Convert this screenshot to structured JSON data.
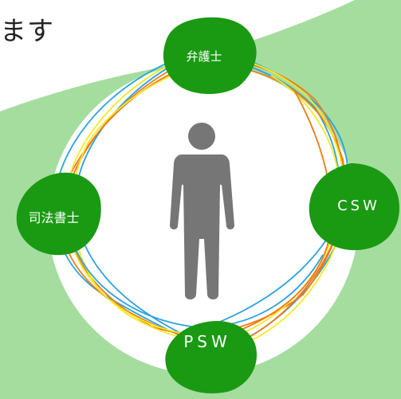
{
  "speech": {
    "text": "ます"
  },
  "person": {
    "icon": "person-icon",
    "color": "#767676"
  },
  "nodes": {
    "bengoshi": "弁護士",
    "csw": "CSW",
    "psw": "PSW",
    "shihoushoshi": "司法書士"
  },
  "colors": {
    "background": "#a5dd9f",
    "circle": "#ffffff",
    "node_fill": "#1a9a12",
    "line_blue": "#2aa3e0",
    "line_orange": "#f07a16",
    "line_yellow": "#f5ea24"
  }
}
